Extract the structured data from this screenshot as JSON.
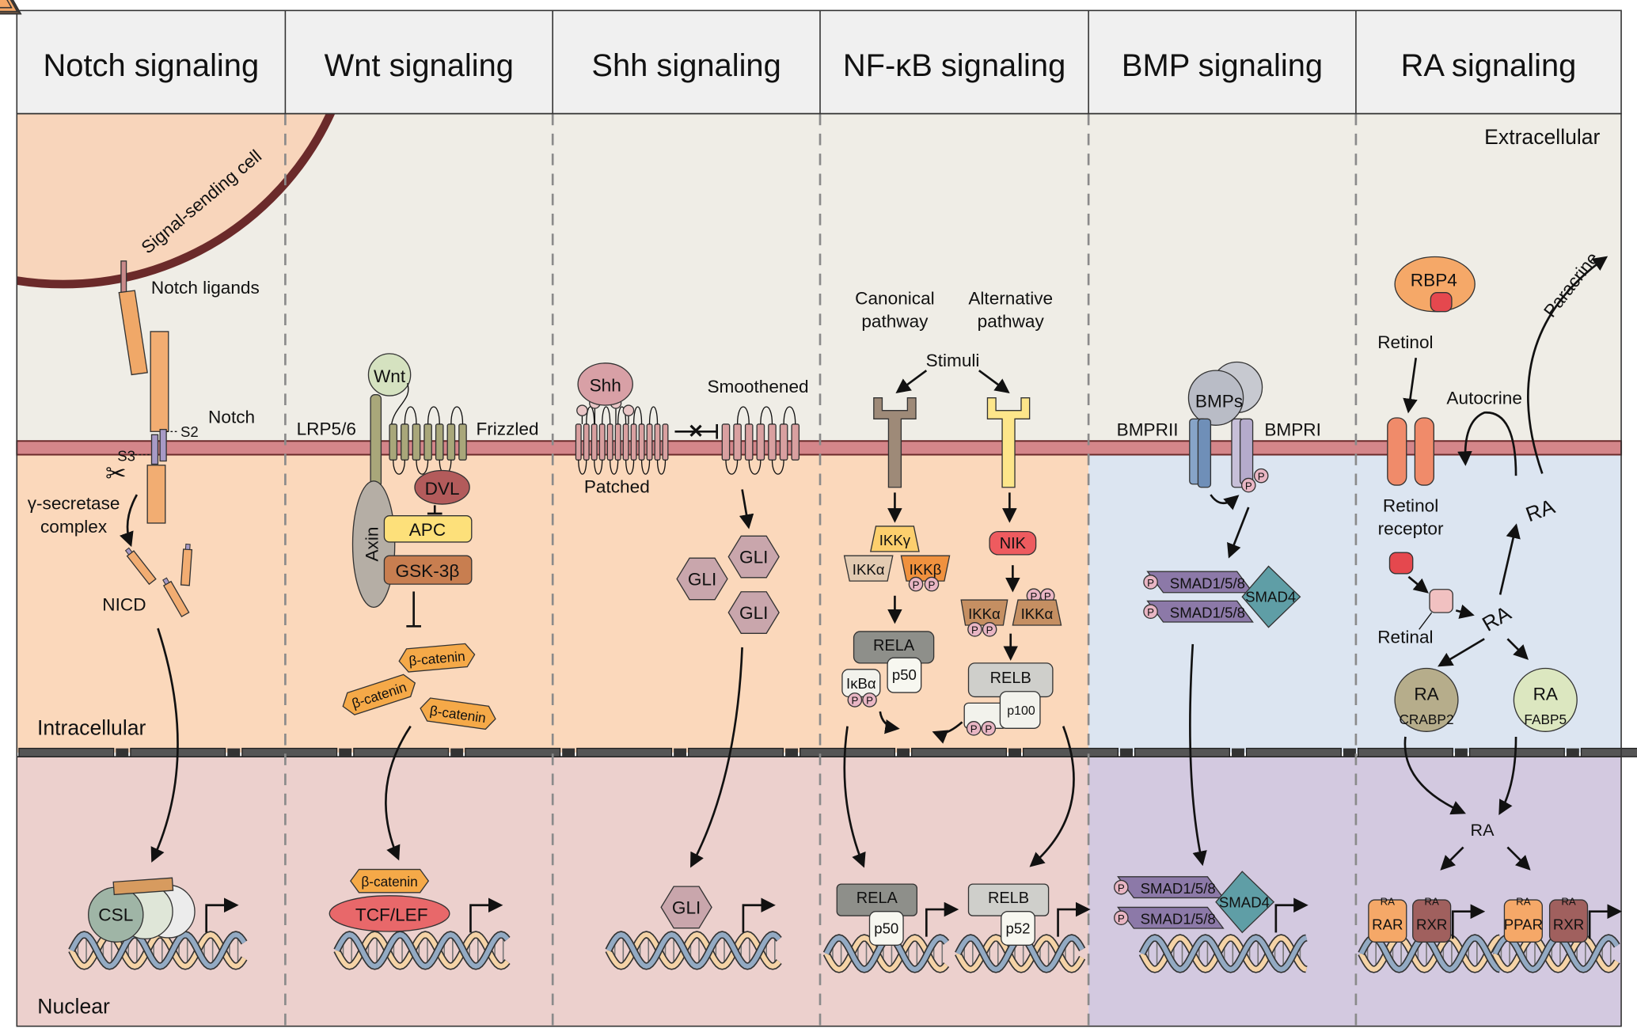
{
  "header": {
    "titles": [
      "Notch signaling",
      "Wnt signaling",
      "Shh signaling",
      "NF-κB signaling",
      "BMP signaling",
      "RA signaling"
    ]
  },
  "regions": {
    "extracellular": "Extracellular",
    "intracellular": "Intracellular",
    "nuclear": "Nuclear"
  },
  "notch": {
    "signal_cell": "Signal-sending cell",
    "ligands": "Notch ligands",
    "notch": "Notch",
    "s2": "S2",
    "s3": "S3",
    "secretase": [
      "γ-secretase",
      "complex"
    ],
    "nicd": "NICD",
    "csl": "CSL"
  },
  "wnt": {
    "wnt": "Wnt",
    "lrp": "LRP5/6",
    "frizzled": "Frizzled",
    "dvl": "DVL",
    "axin": "Axin",
    "apc": "APC",
    "gsk": "GSK-3β",
    "beta_catenin": "β-catenin",
    "tcf": "TCF/LEF"
  },
  "shh": {
    "shh": "Shh",
    "smoothened": "Smoothened",
    "patched": "Patched",
    "gli": "GLI"
  },
  "nfkb": {
    "canonical": [
      "Canonical",
      "pathway"
    ],
    "alternative": [
      "Alternative",
      "pathway"
    ],
    "stimuli": "Stimuli",
    "ikkg": "IKKγ",
    "ikka": "IKKα",
    "ikkb": "IKKβ",
    "p": "P",
    "rela": "RELA",
    "ikba": "IκBα",
    "p50": "p50",
    "nik": "NIK",
    "relb": "RELB",
    "p100": "p100",
    "p52": "p52"
  },
  "bmp": {
    "bmps": "BMPs",
    "bmprii": "BMPRII",
    "bmpri": "BMPRI",
    "smad158": "SMAD1/5/8",
    "smad4": "SMAD4",
    "p": "P"
  },
  "ra": {
    "rbp4": "RBP4",
    "retinol": "Retinol",
    "retinol_receptor": [
      "Retinol",
      "receptor"
    ],
    "autocrine": "Autocrine",
    "paracrine": "Paracrine",
    "retinal": "Retinal",
    "ra": "RA",
    "crabp2": "CRABP2",
    "fabp5": "FABP5",
    "rar": "RAR",
    "rxr": "RXR",
    "ppar": "PPAR"
  },
  "colors": {
    "extracellular": "#efede6",
    "intracellular_warm": "#fbd8bb",
    "intracellular_cool": "#dce5f1",
    "nuclear_warm": "#ecd0cd",
    "nuclear_cool": "#d3c9e0",
    "membrane": "#d4868a",
    "header": "#f0f0f0"
  }
}
